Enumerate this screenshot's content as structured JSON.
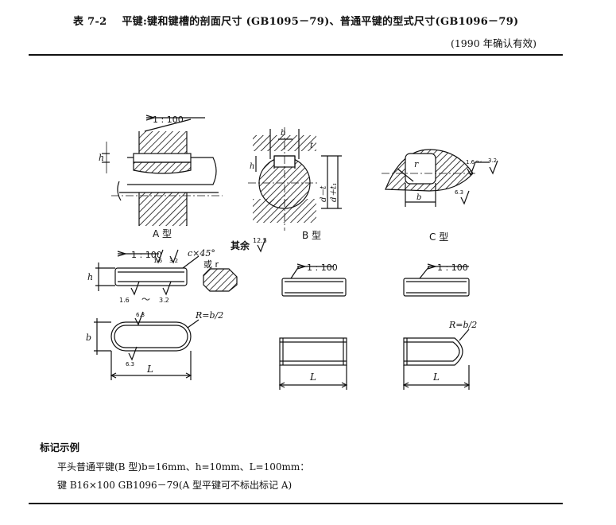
{
  "header": {
    "table_number": "表 7-2",
    "title": "平键:键和键槽的剖面尺寸 (GB1095－79)、普通平键的型式尺寸(GB1096－79)",
    "validity": "(1990 年确认有效)"
  },
  "figure": {
    "type_a_label": "A 型",
    "type_b_label": "B 型",
    "type_c_label": "C 型",
    "remaining_label": "其余",
    "remaining_roughness": "12.5",
    "slope": "1 : 100",
    "chamfer": "c×45°",
    "or_r": "或 r",
    "radius_label": "R=b/2",
    "dim_h": "h",
    "dim_b": "b",
    "dim_L": "L",
    "dim_r": "r",
    "dim_t": "t",
    "dim_d_minus_t": "d－t",
    "dim_d_plus_t1": "d＋t₁",
    "roughness_16": "1.6",
    "roughness_32": "3.2",
    "roughness_63": "6.3",
    "tilde": "～"
  },
  "example": {
    "heading": "标记示例",
    "line1": "平头普通平键(B 型)b=16mm、h=10mm、L=100mm：",
    "line2": "键 B16×100 GB1096－79(A 型平键可不标出标记 A)"
  }
}
